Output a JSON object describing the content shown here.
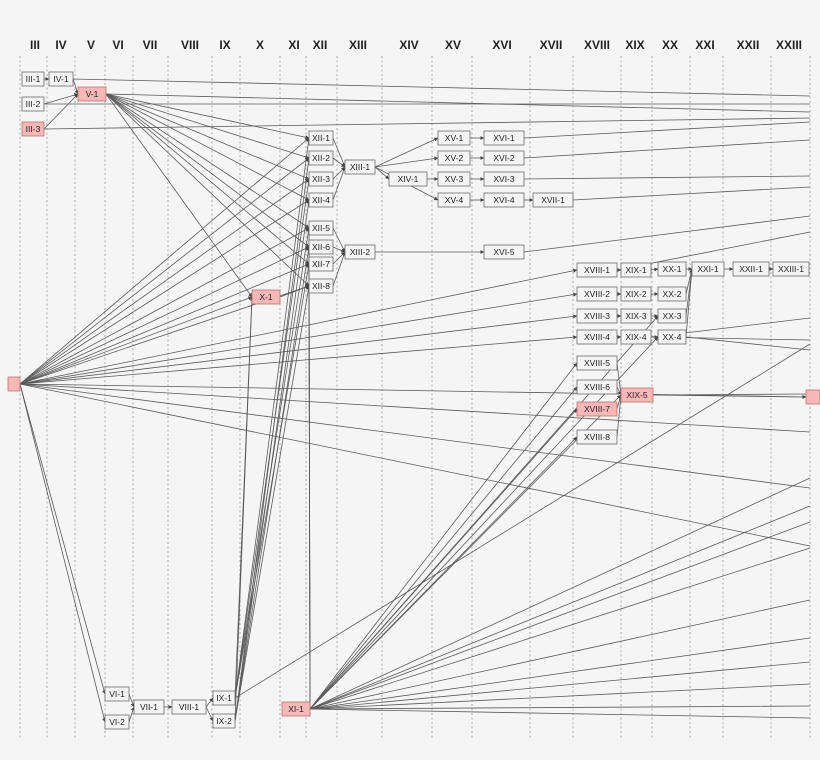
{
  "columns": [
    "III",
    "IV",
    "V",
    "VI",
    "VII",
    "VIII",
    "IX",
    "X",
    "XI",
    "XII",
    "XIII",
    "XIV",
    "XV",
    "XVI",
    "XVII",
    "XVIII",
    "XIX",
    "XX",
    "XXI",
    "XXII",
    "XXIII"
  ],
  "nodes": [
    {
      "id": "III-1",
      "label": "III-1",
      "col": "III",
      "hl": false
    },
    {
      "id": "III-2",
      "label": "III-2",
      "col": "III",
      "hl": false
    },
    {
      "id": "III-3",
      "label": "III-3",
      "col": "III",
      "hl": true
    },
    {
      "id": "IV-1",
      "label": "IV-1",
      "col": "IV",
      "hl": false
    },
    {
      "id": "V-1",
      "label": "V-1",
      "col": "V",
      "hl": true
    },
    {
      "id": "VI-1",
      "label": "VI-1",
      "col": "VI",
      "hl": false
    },
    {
      "id": "VI-2",
      "label": "VI-2",
      "col": "VI",
      "hl": false
    },
    {
      "id": "VII-1",
      "label": "VII-1",
      "col": "VII",
      "hl": false
    },
    {
      "id": "VIII-1",
      "label": "VIII-1",
      "col": "VIII",
      "hl": false
    },
    {
      "id": "IX-1",
      "label": "IX-1",
      "col": "IX",
      "hl": false
    },
    {
      "id": "IX-2",
      "label": "IX-2",
      "col": "IX",
      "hl": false
    },
    {
      "id": "X-1",
      "label": "X-1",
      "col": "X",
      "hl": true
    },
    {
      "id": "XI-1",
      "label": "XI-1",
      "col": "XI",
      "hl": true
    },
    {
      "id": "XII-1",
      "label": "XII-1",
      "col": "XII",
      "hl": false
    },
    {
      "id": "XII-2",
      "label": "XII-2",
      "col": "XII",
      "hl": false
    },
    {
      "id": "XII-3",
      "label": "XII-3",
      "col": "XII",
      "hl": false
    },
    {
      "id": "XII-4",
      "label": "XII-4",
      "col": "XII",
      "hl": false
    },
    {
      "id": "XII-5",
      "label": "XII-5",
      "col": "XII",
      "hl": false
    },
    {
      "id": "XII-6",
      "label": "XII-6",
      "col": "XII",
      "hl": false
    },
    {
      "id": "XII-7",
      "label": "XII-7",
      "col": "XII",
      "hl": false
    },
    {
      "id": "XII-8",
      "label": "XII-8",
      "col": "XII",
      "hl": false
    },
    {
      "id": "XIII-1",
      "label": "XIII-1",
      "col": "XIII",
      "hl": false
    },
    {
      "id": "XIII-2",
      "label": "XIII-2",
      "col": "XIII",
      "hl": false
    },
    {
      "id": "XIV-1",
      "label": "XIV-1",
      "col": "XIV",
      "hl": false
    },
    {
      "id": "XV-1",
      "label": "XV-1",
      "col": "XV",
      "hl": false
    },
    {
      "id": "XV-2",
      "label": "XV-2",
      "col": "XV",
      "hl": false
    },
    {
      "id": "XV-3",
      "label": "XV-3",
      "col": "XV",
      "hl": false
    },
    {
      "id": "XV-4",
      "label": "XV-4",
      "col": "XV",
      "hl": false
    },
    {
      "id": "XVI-1",
      "label": "XVI-1",
      "col": "XVI",
      "hl": false
    },
    {
      "id": "XVI-2",
      "label": "XVI-2",
      "col": "XVI",
      "hl": false
    },
    {
      "id": "XVI-3",
      "label": "XVI-3",
      "col": "XVI",
      "hl": false
    },
    {
      "id": "XVI-4",
      "label": "XVI-4",
      "col": "XVI",
      "hl": false
    },
    {
      "id": "XVI-5",
      "label": "XVI-5",
      "col": "XVI",
      "hl": false
    },
    {
      "id": "XVII-1",
      "label": "XVII-1",
      "col": "XVII",
      "hl": false
    },
    {
      "id": "XVIII-1",
      "label": "XVIII-1",
      "col": "XVIII",
      "hl": false
    },
    {
      "id": "XVIII-2",
      "label": "XVIII-2",
      "col": "XVIII",
      "hl": false
    },
    {
      "id": "XVIII-3",
      "label": "XVIII-3",
      "col": "XVIII",
      "hl": false
    },
    {
      "id": "XVIII-4",
      "label": "XVIII-4",
      "col": "XVIII",
      "hl": false
    },
    {
      "id": "XVIII-5",
      "label": "XVIII-5",
      "col": "XVIII",
      "hl": false
    },
    {
      "id": "XVIII-6",
      "label": "XVIII-6",
      "col": "XVIII",
      "hl": false
    },
    {
      "id": "XVIII-7",
      "label": "XVIII-7",
      "col": "XVIII",
      "hl": true
    },
    {
      "id": "XVIII-8",
      "label": "XVIII-8",
      "col": "XVIII",
      "hl": false
    },
    {
      "id": "XIX-1",
      "label": "XIX-1",
      "col": "XIX",
      "hl": false
    },
    {
      "id": "XIX-2",
      "label": "XIX-2",
      "col": "XIX",
      "hl": false
    },
    {
      "id": "XIX-3",
      "label": "XIX-3",
      "col": "XIX",
      "hl": false
    },
    {
      "id": "XIX-4",
      "label": "XIX-4",
      "col": "XIX",
      "hl": false
    },
    {
      "id": "XIX-5",
      "label": "XIX-5",
      "col": "XIX",
      "hl": true
    },
    {
      "id": "XX-1",
      "label": "XX-1",
      "col": "XX",
      "hl": false
    },
    {
      "id": "XX-2",
      "label": "XX-2",
      "col": "XX",
      "hl": false
    },
    {
      "id": "XX-3",
      "label": "XX-3",
      "col": "XX",
      "hl": false
    },
    {
      "id": "XX-4",
      "label": "XX-4",
      "col": "XX",
      "hl": false
    },
    {
      "id": "XXI-1",
      "label": "XXI-1",
      "col": "XXI",
      "hl": false
    },
    {
      "id": "XXII-1",
      "label": "XXII-1",
      "col": "XXII",
      "hl": false
    },
    {
      "id": "XXIII-1",
      "label": "XXIII-1",
      "col": "XXIII",
      "hl": false
    },
    {
      "id": "left-hub",
      "label": "",
      "col": "",
      "hl": true
    },
    {
      "id": "right-edge-node",
      "label": "",
      "col": "",
      "hl": true
    }
  ],
  "edges": [
    [
      "III-1",
      "IV-1"
    ],
    [
      "IV-1",
      "V-1"
    ],
    [
      "III-2",
      "V-1"
    ],
    [
      "III-3",
      "V-1"
    ],
    [
      "V-1",
      "X-1"
    ],
    [
      "V-1",
      "XII-1"
    ],
    [
      "V-1",
      "XII-2"
    ],
    [
      "V-1",
      "XII-3"
    ],
    [
      "V-1",
      "XII-4"
    ],
    [
      "V-1",
      "XII-5"
    ],
    [
      "V-1",
      "XII-6"
    ],
    [
      "V-1",
      "XII-7"
    ],
    [
      "V-1",
      "XII-8"
    ],
    [
      "XII-1",
      "XIII-1"
    ],
    [
      "XII-2",
      "XIII-1"
    ],
    [
      "XII-3",
      "XIII-1"
    ],
    [
      "XII-4",
      "XIII-1"
    ],
    [
      "XII-5",
      "XIII-2"
    ],
    [
      "XII-6",
      "XIII-2"
    ],
    [
      "XII-7",
      "XIII-2"
    ],
    [
      "XII-8",
      "XIII-2"
    ],
    [
      "XIII-1",
      "XIV-1"
    ],
    [
      "XIII-1",
      "XV-1"
    ],
    [
      "XIII-1",
      "XV-2"
    ],
    [
      "XIII-1",
      "XV-4"
    ],
    [
      "XIV-1",
      "XV-3"
    ],
    [
      "XV-1",
      "XVI-1"
    ],
    [
      "XV-2",
      "XVI-2"
    ],
    [
      "XV-3",
      "XVI-3"
    ],
    [
      "XV-4",
      "XVI-4"
    ],
    [
      "XVI-4",
      "XVII-1"
    ],
    [
      "XIII-2",
      "XVI-5"
    ],
    [
      "XVIII-1",
      "XIX-1"
    ],
    [
      "XVIII-2",
      "XIX-2"
    ],
    [
      "XVIII-3",
      "XIX-3"
    ],
    [
      "XVIII-4",
      "XIX-4"
    ],
    [
      "XIX-1",
      "XX-1"
    ],
    [
      "XIX-2",
      "XX-2"
    ],
    [
      "XIX-3",
      "XX-3"
    ],
    [
      "XIX-4",
      "XX-4"
    ],
    [
      "XX-1",
      "XXI-1"
    ],
    [
      "XX-2",
      "XXI-1"
    ],
    [
      "XX-3",
      "XXI-1"
    ],
    [
      "XX-4",
      "XXI-1"
    ],
    [
      "XXI-1",
      "XXII-1"
    ],
    [
      "XXII-1",
      "XXIII-1"
    ],
    [
      "XVIII-5",
      "XIX-5"
    ],
    [
      "XVIII-6",
      "XIX-5"
    ],
    [
      "XVIII-7",
      "XIX-5"
    ],
    [
      "XVIII-8",
      "XIX-5"
    ],
    [
      "VI-1",
      "VII-1"
    ],
    [
      "VI-2",
      "VII-1"
    ],
    [
      "VII-1",
      "VIII-1"
    ],
    [
      "VIII-1",
      "IX-1"
    ],
    [
      "VIII-1",
      "IX-2"
    ],
    [
      "IX-1",
      "XII-1"
    ],
    [
      "IX-1",
      "XII-3"
    ],
    [
      "IX-1",
      "XII-5"
    ],
    [
      "IX-1",
      "XII-7"
    ],
    [
      "IX-2",
      "XII-2"
    ],
    [
      "IX-2",
      "XII-4"
    ],
    [
      "IX-2",
      "XII-6"
    ],
    [
      "IX-2",
      "XII-8"
    ],
    [
      "IX-1",
      "X-1"
    ],
    [
      "IX-2",
      "X-1"
    ],
    [
      "X-1",
      "XII-8"
    ],
    [
      "left-hub",
      "XII-1"
    ],
    [
      "left-hub",
      "XII-2"
    ],
    [
      "left-hub",
      "XII-3"
    ],
    [
      "left-hub",
      "XII-4"
    ],
    [
      "left-hub",
      "XII-5"
    ],
    [
      "left-hub",
      "XII-6"
    ],
    [
      "left-hub",
      "XII-7"
    ],
    [
      "left-hub",
      "XII-8"
    ],
    [
      "left-hub",
      "X-1"
    ],
    [
      "left-hub",
      "XVIII-1"
    ],
    [
      "left-hub",
      "XVIII-2"
    ],
    [
      "left-hub",
      "XVIII-3"
    ],
    [
      "left-hub",
      "XVIII-4"
    ],
    [
      "left-hub",
      "right-edge-node"
    ],
    [
      "left-hub",
      "VI-1"
    ],
    [
      "left-hub",
      "VI-2"
    ],
    [
      "XI-1",
      "XII-5"
    ],
    [
      "XI-1",
      "XII-6"
    ],
    [
      "XI-1",
      "XII-7"
    ],
    [
      "XI-1",
      "XII-8"
    ],
    [
      "XI-1",
      "XVIII-5"
    ],
    [
      "XI-1",
      "XVIII-6"
    ],
    [
      "XI-1",
      "XVIII-7"
    ],
    [
      "XI-1",
      "XVIII-8"
    ],
    [
      "XI-1",
      "XIX-5"
    ],
    [
      "XI-1",
      "XX-3"
    ],
    [
      "XI-1",
      "XX-4"
    ],
    [
      "XIX-5",
      "right-edge-node"
    ]
  ]
}
